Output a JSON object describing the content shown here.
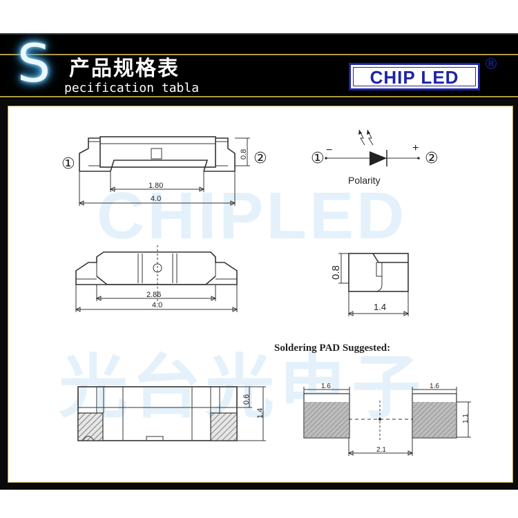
{
  "header": {
    "logo_letter": "S",
    "title_cn": "产品规格表",
    "title_en": "pecification tabla",
    "brand": "CHIP LED",
    "registered_mark": "®"
  },
  "watermark": {
    "en": "CHIPLED",
    "cn": "光台光电子"
  },
  "top_view": {
    "pin_left": "①",
    "pin_right": "②",
    "dim_inner": "1.80",
    "dim_total": "4.0",
    "dim_height": "0.8"
  },
  "polarity": {
    "pin_left": "①",
    "pin_right": "②",
    "minus": "−",
    "plus": "+",
    "label": "Polarity"
  },
  "side_view": {
    "dim_inner": "2.86",
    "dim_total": "4.0"
  },
  "end_view": {
    "dim_height": "0.8",
    "dim_width": "1.4"
  },
  "bottom_view": {
    "dim_small": "0.6",
    "dim_total": "1.4"
  },
  "soldering_pad": {
    "title": "Soldering PAD Suggested:",
    "pad_left_width": "1.6",
    "pad_right_width": "1.6",
    "pad_height": "1.1",
    "pitch": "2.1"
  },
  "colors": {
    "brand_blue": "#1d23a8",
    "gold_rule": "#b59a45",
    "watermark_blue": "#cfe6f7"
  }
}
